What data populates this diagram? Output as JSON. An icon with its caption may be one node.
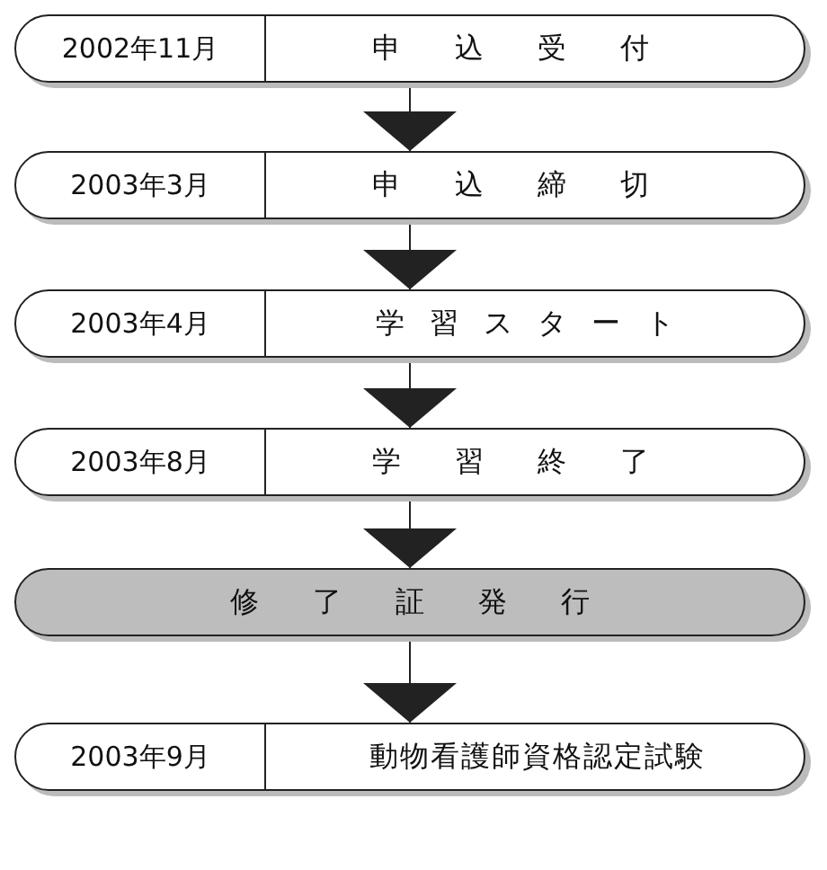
{
  "diagram": {
    "nodes": [
      {
        "text": [
          "2002年11月",
          "申込受付"
        ]
      },
      {
        "text": [
          "2003年3月",
          "申込締切"
        ]
      },
      {
        "text": [
          "2003年4月",
          "学習スタート"
        ]
      },
      {
        "text": [
          "2003年8月",
          "学習終了"
        ]
      },
      {
        "text": [
          "修了証発行"
        ]
      },
      {
        "text": [
          "2003年9月",
          "動物看護師資格認定試験"
        ]
      }
    ],
    "edges": [
      {
        "from": 0,
        "to": 1,
        "arrow": "to"
      },
      {
        "from": 1,
        "to": 2,
        "arrow": "to"
      },
      {
        "from": 2,
        "to": 3,
        "arrow": "to"
      },
      {
        "from": 3,
        "to": 4,
        "arrow": "to"
      },
      {
        "from": 4,
        "to": 5,
        "arrow": "to"
      }
    ]
  }
}
